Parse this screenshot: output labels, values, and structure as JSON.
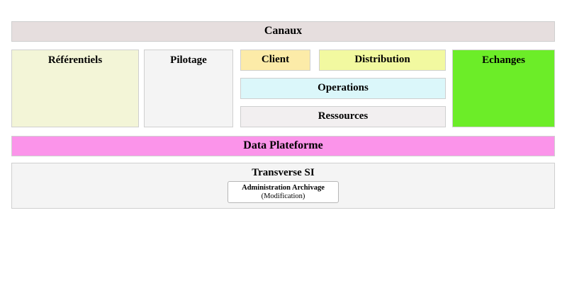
{
  "diagram": {
    "title_bar": {
      "label": "Canaux",
      "color": "#e6dede"
    },
    "columns": {
      "referentiels": {
        "label": "Référentiels",
        "color": "#f3f5d7"
      },
      "pilotage": {
        "label": "Pilotage",
        "color": "#f4f4f4"
      },
      "echanges": {
        "label": "Echanges",
        "color": "#6ced28"
      }
    },
    "center_blocks": [
      {
        "label": "Client",
        "color": "#fceba8"
      },
      {
        "label": "Distribution",
        "color": "#f2f9a0"
      },
      {
        "label": "Operations",
        "color": "#dbf7fa"
      },
      {
        "label": "Ressources",
        "color": "#f2eff0"
      }
    ],
    "data_platform": {
      "label": "Data Plateforme",
      "color": "#fb94ea"
    },
    "transverse": {
      "label": "Transverse SI",
      "color": "#f4f4f4",
      "items": [
        {
          "title": "Administration Archivage",
          "subtitle": "(Modification)"
        }
      ]
    }
  }
}
